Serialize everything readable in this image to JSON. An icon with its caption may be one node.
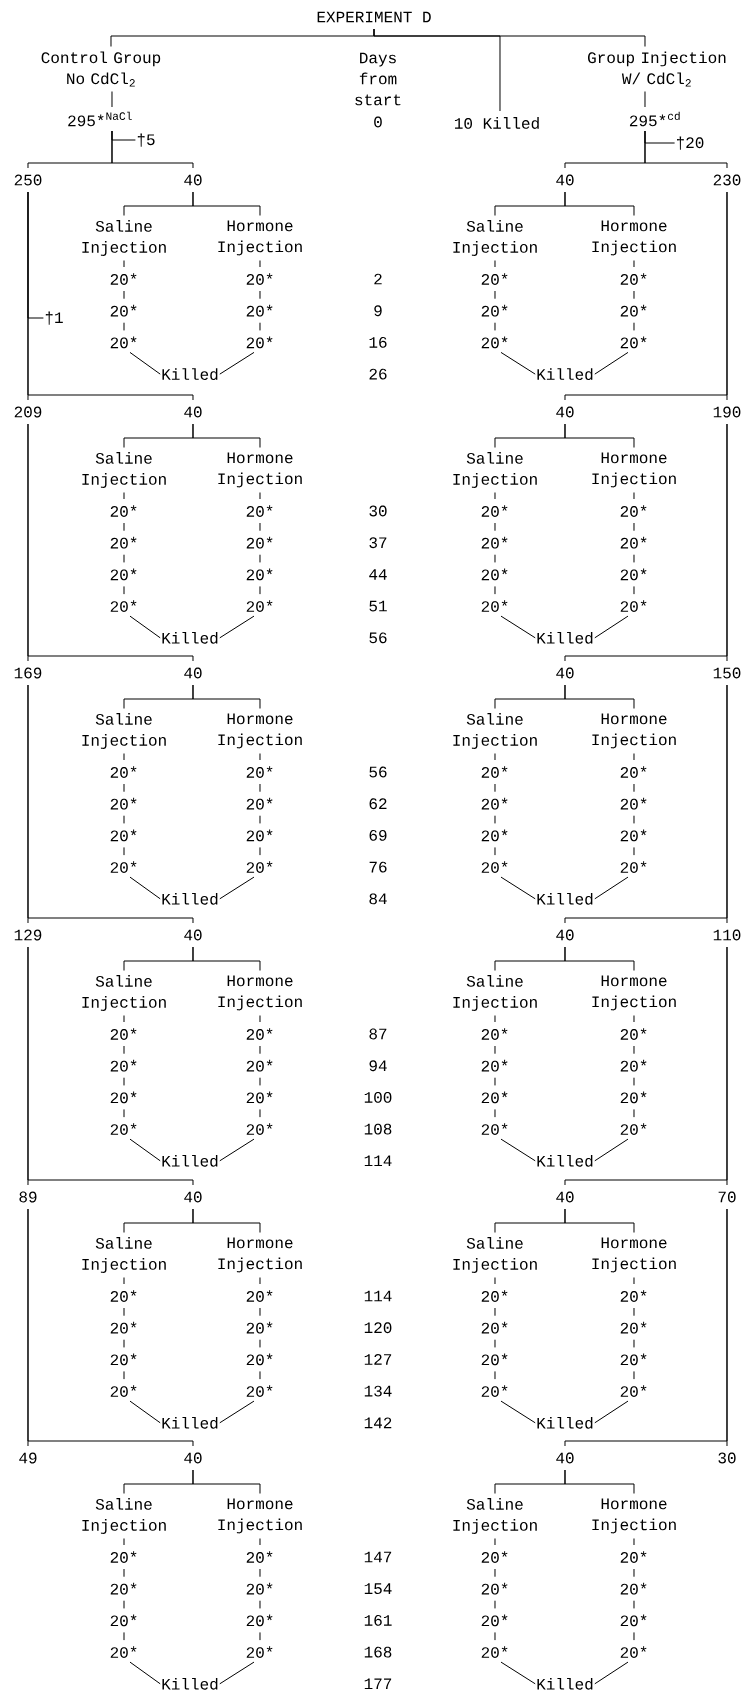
{
  "diagram": {
    "nodes": [
      {
        "text": [
          "EXPERIMENT D"
        ]
      },
      {
        "text": [
          "Control Group No CdCl$_{2}$"
        ]
      },
      {
        "text": [
          "10 Killed"
        ]
      },
      {
        "text": [
          "Group Injection W/ CdCl$_{2}$"
        ]
      },
      {
        "text": [
          "295*$^{NaCl}$"
        ]
      },
      {
        "text": [
          "295*$^{cd}$"
        ]
      },
      {
        "text": [
          "†5"
        ]
      },
      {
        "text": [
          "†20"
        ]
      },
      {
        "text": [
          "†1"
        ]
      },
      {
        "text": [
          "250"
        ]
      },
      {
        "text": [
          "40"
        ]
      },
      {
        "text": [
          "40"
        ]
      },
      {
        "text": [
          "230"
        ]
      },
      {
        "text": [
          "Saline Injection"
        ]
      },
      {
        "text": [
          "Hormone Injection"
        ]
      },
      {
        "text": [
          "20*"
        ]
      },
      {
        "text": [
          "20*"
        ]
      },
      {
        "text": [
          "20*"
        ]
      },
      {
        "text": [
          "20*"
        ]
      },
      {
        "text": [
          "20*"
        ]
      },
      {
        "text": [
          "20*"
        ]
      },
      {
        "text": [
          "Killed"
        ]
      },
      {
        "text": [
          "Saline Injection"
        ]
      },
      {
        "text": [
          "Hormone Injection"
        ]
      },
      {
        "text": [
          "20*"
        ]
      },
      {
        "text": [
          "20*"
        ]
      },
      {
        "text": [
          "20*"
        ]
      },
      {
        "text": [
          "20*"
        ]
      },
      {
        "text": [
          "20*"
        ]
      },
      {
        "text": [
          "20*"
        ]
      },
      {
        "text": [
          "Killed"
        ]
      },
      {
        "text": [
          "209"
        ]
      },
      {
        "text": [
          "40"
        ]
      },
      {
        "text": [
          "40"
        ]
      },
      {
        "text": [
          "190"
        ]
      },
      {
        "text": [
          "Saline Injection"
        ]
      },
      {
        "text": [
          "Hormone Injection"
        ]
      },
      {
        "text": [
          "20*"
        ]
      },
      {
        "text": [
          "20*"
        ]
      },
      {
        "text": [
          "20*"
        ]
      },
      {
        "text": [
          "20*"
        ]
      },
      {
        "text": [
          "20*"
        ]
      },
      {
        "text": [
          "20*"
        ]
      },
      {
        "text": [
          "20*"
        ]
      },
      {
        "text": [
          "20*"
        ]
      },
      {
        "text": [
          "Killed"
        ]
      },
      {
        "text": [
          "Saline Injection"
        ]
      },
      {
        "text": [
          "Hormone Injection"
        ]
      },
      {
        "text": [
          "20*"
        ]
      },
      {
        "text": [
          "20*"
        ]
      },
      {
        "text": [
          "20*"
        ]
      },
      {
        "text": [
          "20*"
        ]
      },
      {
        "text": [
          "20*"
        ]
      },
      {
        "text": [
          "20*"
        ]
      },
      {
        "text": [
          "20*"
        ]
      },
      {
        "text": [
          "20*"
        ]
      },
      {
        "text": [
          "Killed"
        ]
      },
      {
        "text": [
          "169"
        ]
      },
      {
        "text": [
          "40"
        ]
      },
      {
        "text": [
          "40"
        ]
      },
      {
        "text": [
          "150"
        ]
      },
      {
        "text": [
          "Saline Injection"
        ]
      },
      {
        "text": [
          "Hormone Injection"
        ]
      },
      {
        "text": [
          "20*"
        ]
      },
      {
        "text": [
          "20*"
        ]
      },
      {
        "text": [
          "20*"
        ]
      },
      {
        "text": [
          "20*"
        ]
      },
      {
        "text": [
          "20*"
        ]
      },
      {
        "text": [
          "20*"
        ]
      },
      {
        "text": [
          "20*"
        ]
      },
      {
        "text": [
          "20*"
        ]
      },
      {
        "text": [
          "Killed"
        ]
      },
      {
        "text": [
          "Saline Injection"
        ]
      },
      {
        "text": [
          "Hormone Injection"
        ]
      },
      {
        "text": [
          "20*"
        ]
      },
      {
        "text": [
          "20*"
        ]
      },
      {
        "text": [
          "20*"
        ]
      },
      {
        "text": [
          "20*"
        ]
      },
      {
        "text": [
          "20*"
        ]
      },
      {
        "text": [
          "20*"
        ]
      },
      {
        "text": [
          "20*"
        ]
      },
      {
        "text": [
          "20*"
        ]
      },
      {
        "text": [
          "Killed"
        ]
      },
      {
        "text": [
          "129"
        ]
      },
      {
        "text": [
          "40"
        ]
      },
      {
        "text": [
          "40"
        ]
      },
      {
        "text": [
          "110"
        ]
      },
      {
        "text": [
          "Saline Injection"
        ]
      },
      {
        "text": [
          "Hormone Injection"
        ]
      },
      {
        "text": [
          "20*"
        ]
      },
      {
        "text": [
          "20*"
        ]
      },
      {
        "text": [
          "20*"
        ]
      },
      {
        "text": [
          "20*"
        ]
      },
      {
        "text": [
          "20*"
        ]
      },
      {
        "text": [
          "20*"
        ]
      },
      {
        "text": [
          "20*"
        ]
      },
      {
        "text": [
          "20*"
        ]
      },
      {
        "text": [
          "Killed"
        ]
      },
      {
        "text": [
          "Saline Injection"
        ]
      },
      {
        "text": [
          "Hormone Injection"
        ]
      },
      {
        "text": [
          "20*"
        ]
      },
      {
        "text": [
          "20*"
        ]
      },
      {
        "text": [
          "20*"
        ]
      },
      {
        "text": [
          "20*"
        ]
      },
      {
        "text": [
          "20*"
        ]
      },
      {
        "text": [
          "20*"
        ]
      },
      {
        "text": [
          "20*"
        ]
      },
      {
        "text": [
          "20*"
        ]
      },
      {
        "text": [
          "Killed"
        ]
      },
      {
        "text": [
          "89"
        ]
      },
      {
        "text": [
          "40"
        ]
      },
      {
        "text": [
          "40"
        ]
      },
      {
        "text": [
          "70"
        ]
      },
      {
        "text": [
          "Saline Injection"
        ]
      },
      {
        "text": [
          "Hormone Injection"
        ]
      },
      {
        "text": [
          "20*"
        ]
      },
      {
        "text": [
          "20*"
        ]
      },
      {
        "text": [
          "20*"
        ]
      },
      {
        "text": [
          "20*"
        ]
      },
      {
        "text": [
          "20*"
        ]
      },
      {
        "text": [
          "20*"
        ]
      },
      {
        "text": [
          "20*"
        ]
      },
      {
        "text": [
          "20*"
        ]
      },
      {
        "text": [
          "Killed"
        ]
      },
      {
        "text": [
          "Saline Injection"
        ]
      },
      {
        "text": [
          "Hormone Injection"
        ]
      },
      {
        "text": [
          "20*"
        ]
      },
      {
        "text": [
          "20*"
        ]
      },
      {
        "text": [
          "20*"
        ]
      },
      {
        "text": [
          "20*"
        ]
      },
      {
        "text": [
          "20*"
        ]
      },
      {
        "text": [
          "20*"
        ]
      },
      {
        "text": [
          "20*"
        ]
      },
      {
        "text": [
          "20*"
        ]
      },
      {
        "text": [
          "Killed"
        ]
      },
      {
        "text": [
          "49"
        ]
      },
      {
        "text": [
          "40"
        ]
      },
      {
        "text": [
          "40"
        ]
      },
      {
        "text": [
          "30"
        ]
      },
      {
        "text": [
          "Saline Injection"
        ]
      },
      {
        "text": [
          "Hormone Injection"
        ]
      },
      {
        "text": [
          "20*"
        ]
      },
      {
        "text": [
          "20*"
        ]
      },
      {
        "text": [
          "20*"
        ]
      },
      {
        "text": [
          "20*"
        ]
      },
      {
        "text": [
          "20*"
        ]
      },
      {
        "text": [
          "20*"
        ]
      },
      {
        "text": [
          "20*"
        ]
      },
      {
        "text": [
          "20*"
        ]
      },
      {
        "text": [
          "Killed"
        ]
      },
      {
        "text": [
          "Saline Injection"
        ]
      },
      {
        "text": [
          "Hormone Injection"
        ]
      },
      {
        "text": [
          "20*"
        ]
      },
      {
        "text": [
          "20*"
        ]
      },
      {
        "text": [
          "20*"
        ]
      },
      {
        "text": [
          "20*"
        ]
      },
      {
        "text": [
          "20*"
        ]
      },
      {
        "text": [
          "20*"
        ]
      },
      {
        "text": [
          "20*"
        ]
      },
      {
        "text": [
          "20*"
        ]
      },
      {
        "text": [
          "Killed"
        ]
      }
    ],
    "edges": [
      {
        "from": 0,
        "to": 1,
        "arrow": "none"
      },
      {
        "from": 0,
        "to": 2,
        "arrow": "none"
      },
      {
        "from": 0,
        "to": 3,
        "arrow": "none"
      },
      {
        "from": 1,
        "to": 4,
        "arrow": "none"
      },
      {
        "from": 3,
        "to": 5,
        "arrow": "none"
      },
      {
        "from": 4,
        "to": 6,
        "arrow": "none"
      },
      {
        "from": 5,
        "to": 7,
        "arrow": "none"
      },
      {
        "from": 9,
        "to": 8,
        "arrow": "none"
      },
      {
        "from": 4,
        "to": 9,
        "arrow": "none"
      },
      {
        "from": 4,
        "to": 10,
        "arrow": "none"
      },
      {
        "from": 5,
        "to": 11,
        "arrow": "none"
      },
      {
        "from": 5,
        "to": 12,
        "arrow": "none"
      },
      {
        "from": 10,
        "to": 13,
        "arrow": "none"
      },
      {
        "from": 10,
        "to": 14,
        "arrow": "none"
      },
      {
        "from": 13,
        "to": 15,
        "arrow": "none"
      },
      {
        "from": 14,
        "to": 16,
        "arrow": "none"
      },
      {
        "from": 15,
        "to": 17,
        "arrow": "none"
      },
      {
        "from": 16,
        "to": 18,
        "arrow": "none"
      },
      {
        "from": 17,
        "to": 19,
        "arrow": "none"
      },
      {
        "from": 18,
        "to": 20,
        "arrow": "none"
      },
      {
        "from": 19,
        "to": 21,
        "arrow": "none"
      },
      {
        "from": 20,
        "to": 21,
        "arrow": "none"
      },
      {
        "from": 11,
        "to": 22,
        "arrow": "none"
      },
      {
        "from": 11,
        "to": 23,
        "arrow": "none"
      },
      {
        "from": 22,
        "to": 24,
        "arrow": "none"
      },
      {
        "from": 23,
        "to": 25,
        "arrow": "none"
      },
      {
        "from": 24,
        "to": 26,
        "arrow": "none"
      },
      {
        "from": 25,
        "to": 27,
        "arrow": "none"
      },
      {
        "from": 26,
        "to": 28,
        "arrow": "none"
      },
      {
        "from": 27,
        "to": 29,
        "arrow": "none"
      },
      {
        "from": 28,
        "to": 30,
        "arrow": "none"
      },
      {
        "from": 29,
        "to": 30,
        "arrow": "none"
      },
      {
        "from": 9,
        "to": 31,
        "arrow": "none"
      },
      {
        "from": 9,
        "to": 32,
        "arrow": "none"
      },
      {
        "from": 12,
        "to": 33,
        "arrow": "none"
      },
      {
        "from": 12,
        "to": 34,
        "arrow": "none"
      },
      {
        "from": 32,
        "to": 35,
        "arrow": "none"
      },
      {
        "from": 32,
        "to": 36,
        "arrow": "none"
      },
      {
        "from": 35,
        "to": 37,
        "arrow": "none"
      },
      {
        "from": 36,
        "to": 38,
        "arrow": "none"
      },
      {
        "from": 37,
        "to": 39,
        "arrow": "none"
      },
      {
        "from": 38,
        "to": 40,
        "arrow": "none"
      },
      {
        "from": 39,
        "to": 41,
        "arrow": "none"
      },
      {
        "from": 40,
        "to": 42,
        "arrow": "none"
      },
      {
        "from": 41,
        "to": 43,
        "arrow": "none"
      },
      {
        "from": 42,
        "to": 44,
        "arrow": "none"
      },
      {
        "from": 43,
        "to": 45,
        "arrow": "none"
      },
      {
        "from": 44,
        "to": 45,
        "arrow": "none"
      },
      {
        "from": 33,
        "to": 46,
        "arrow": "none"
      },
      {
        "from": 33,
        "to": 47,
        "arrow": "none"
      },
      {
        "from": 46,
        "to": 48,
        "arrow": "none"
      },
      {
        "from": 47,
        "to": 49,
        "arrow": "none"
      },
      {
        "from": 48,
        "to": 50,
        "arrow": "none"
      },
      {
        "from": 49,
        "to": 51,
        "arrow": "none"
      },
      {
        "from": 50,
        "to": 52,
        "arrow": "none"
      },
      {
        "from": 51,
        "to": 53,
        "arrow": "none"
      },
      {
        "from": 52,
        "to": 54,
        "arrow": "none"
      },
      {
        "from": 53,
        "to": 55,
        "arrow": "none"
      },
      {
        "from": 54,
        "to": 56,
        "arrow": "none"
      },
      {
        "from": 55,
        "to": 56,
        "arrow": "none"
      },
      {
        "from": 31,
        "to": 57,
        "arrow": "none"
      },
      {
        "from": 31,
        "to": 58,
        "arrow": "none"
      },
      {
        "from": 34,
        "to": 59,
        "arrow": "none"
      },
      {
        "from": 34,
        "to": 60,
        "arrow": "none"
      },
      {
        "from": 58,
        "to": 61,
        "arrow": "none"
      },
      {
        "from": 58,
        "to": 62,
        "arrow": "none"
      },
      {
        "from": 61,
        "to": 63,
        "arrow": "none"
      },
      {
        "from": 62,
        "to": 64,
        "arrow": "none"
      },
      {
        "from": 63,
        "to": 65,
        "arrow": "none"
      },
      {
        "from": 64,
        "to": 66,
        "arrow": "none"
      },
      {
        "from": 65,
        "to": 67,
        "arrow": "none"
      },
      {
        "from": 66,
        "to": 68,
        "arrow": "none"
      },
      {
        "from": 67,
        "to": 69,
        "arrow": "none"
      },
      {
        "from": 68,
        "to": 70,
        "arrow": "none"
      },
      {
        "from": 69,
        "to": 71,
        "arrow": "none"
      },
      {
        "from": 70,
        "to": 71,
        "arrow": "none"
      },
      {
        "from": 59,
        "to": 72,
        "arrow": "none"
      },
      {
        "from": 59,
        "to": 73,
        "arrow": "none"
      },
      {
        "from": 72,
        "to": 74,
        "arrow": "none"
      },
      {
        "from": 73,
        "to": 75,
        "arrow": "none"
      },
      {
        "from": 74,
        "to": 76,
        "arrow": "none"
      },
      {
        "from": 75,
        "to": 77,
        "arrow": "none"
      },
      {
        "from": 76,
        "to": 78,
        "arrow": "none"
      },
      {
        "from": 77,
        "to": 79,
        "arrow": "none"
      },
      {
        "from": 78,
        "to": 80,
        "arrow": "none"
      },
      {
        "from": 79,
        "to": 81,
        "arrow": "none"
      },
      {
        "from": 80,
        "to": 82,
        "arrow": "none"
      },
      {
        "from": 81,
        "to": 82,
        "arrow": "none"
      },
      {
        "from": 57,
        "to": 83,
        "arrow": "none"
      },
      {
        "from": 57,
        "to": 84,
        "arrow": "none"
      },
      {
        "from": 60,
        "to": 85,
        "arrow": "none"
      },
      {
        "from": 60,
        "to": 86,
        "arrow": "none"
      },
      {
        "from": 84,
        "to": 87,
        "arrow": "none"
      },
      {
        "from": 84,
        "to": 88,
        "arrow": "none"
      },
      {
        "from": 87,
        "to": 89,
        "arrow": "none"
      },
      {
        "from": 88,
        "to": 90,
        "arrow": "none"
      },
      {
        "from": 89,
        "to": 91,
        "arrow": "none"
      },
      {
        "from": 90,
        "to": 92,
        "arrow": "none"
      },
      {
        "from": 91,
        "to": 93,
        "arrow": "none"
      },
      {
        "from": 92,
        "to": 94,
        "arrow": "none"
      },
      {
        "from": 93,
        "to": 95,
        "arrow": "none"
      },
      {
        "from": 94,
        "to": 96,
        "arrow": "none"
      },
      {
        "from": 95,
        "to": 97,
        "arrow": "none"
      },
      {
        "from": 96,
        "to": 97,
        "arrow": "none"
      },
      {
        "from": 85,
        "to": 98,
        "arrow": "none"
      },
      {
        "from": 85,
        "to": 99,
        "arrow": "none"
      },
      {
        "from": 98,
        "to": 100,
        "arrow": "none"
      },
      {
        "from": 99,
        "to": 101,
        "arrow": "none"
      },
      {
        "from": 100,
        "to": 102,
        "arrow": "none"
      },
      {
        "from": 101,
        "to": 103,
        "arrow": "none"
      },
      {
        "from": 102,
        "to": 104,
        "arrow": "none"
      },
      {
        "from": 103,
        "to": 105,
        "arrow": "none"
      },
      {
        "from": 104,
        "to": 106,
        "arrow": "none"
      },
      {
        "from": 105,
        "to": 107,
        "arrow": "none"
      },
      {
        "from": 106,
        "to": 108,
        "arrow": "none"
      },
      {
        "from": 107,
        "to": 108,
        "arrow": "none"
      },
      {
        "from": 83,
        "to": 109,
        "arrow": "none"
      },
      {
        "from": 83,
        "to": 110,
        "arrow": "none"
      },
      {
        "from": 86,
        "to": 111,
        "arrow": "none"
      },
      {
        "from": 86,
        "to": 112,
        "arrow": "none"
      },
      {
        "from": 110,
        "to": 113,
        "arrow": "none"
      },
      {
        "from": 110,
        "to": 114,
        "arrow": "none"
      },
      {
        "from": 113,
        "to": 115,
        "arrow": "none"
      },
      {
        "from": 114,
        "to": 116,
        "arrow": "none"
      },
      {
        "from": 115,
        "to": 117,
        "arrow": "none"
      },
      {
        "from": 116,
        "to": 118,
        "arrow": "none"
      },
      {
        "from": 117,
        "to": 119,
        "arrow": "none"
      },
      {
        "from": 118,
        "to": 120,
        "arrow": "none"
      },
      {
        "from": 119,
        "to": 121,
        "arrow": "none"
      },
      {
        "from": 120,
        "to": 122,
        "arrow": "none"
      },
      {
        "from": 121,
        "to": 123,
        "arrow": "none"
      },
      {
        "from": 122,
        "to": 123,
        "arrow": "none"
      },
      {
        "from": 111,
        "to": 124,
        "arrow": "none"
      },
      {
        "from": 111,
        "to": 125,
        "arrow": "none"
      },
      {
        "from": 124,
        "to": 126,
        "arrow": "none"
      },
      {
        "from": 125,
        "to": 127,
        "arrow": "none"
      },
      {
        "from": 126,
        "to": 128,
        "arrow": "none"
      },
      {
        "from": 127,
        "to": 129,
        "arrow": "none"
      },
      {
        "from": 128,
        "to": 130,
        "arrow": "none"
      },
      {
        "from": 129,
        "to": 131,
        "arrow": "none"
      },
      {
        "from": 130,
        "to": 132,
        "arrow": "none"
      },
      {
        "from": 131,
        "to": 133,
        "arrow": "none"
      },
      {
        "from": 132,
        "to": 134,
        "arrow": "none"
      },
      {
        "from": 133,
        "to": 134,
        "arrow": "none"
      },
      {
        "from": 109,
        "to": 135,
        "arrow": "none"
      },
      {
        "from": 109,
        "to": 136,
        "arrow": "none"
      },
      {
        "from": 112,
        "to": 137,
        "arrow": "none"
      },
      {
        "from": 112,
        "to": 138,
        "arrow": "none"
      },
      {
        "from": 136,
        "to": 139,
        "arrow": "none"
      },
      {
        "from": 136,
        "to": 140,
        "arrow": "none"
      },
      {
        "from": 139,
        "to": 141,
        "arrow": "none"
      },
      {
        "from": 140,
        "to": 142,
        "arrow": "none"
      },
      {
        "from": 141,
        "to": 143,
        "arrow": "none"
      },
      {
        "from": 142,
        "to": 144,
        "arrow": "none"
      },
      {
        "from": 143,
        "to": 145,
        "arrow": "none"
      },
      {
        "from": 144,
        "to": 146,
        "arrow": "none"
      },
      {
        "from": 145,
        "to": 147,
        "arrow": "none"
      },
      {
        "from": 146,
        "to": 148,
        "arrow": "none"
      },
      {
        "from": 147,
        "to": 149,
        "arrow": "none"
      },
      {
        "from": 148,
        "to": 149,
        "arrow": "none"
      },
      {
        "from": 137,
        "to": 150,
        "arrow": "none"
      },
      {
        "from": 137,
        "to": 151,
        "arrow": "none"
      },
      {
        "from": 150,
        "to": 152,
        "arrow": "none"
      },
      {
        "from": 151,
        "to": 153,
        "arrow": "none"
      },
      {
        "from": 152,
        "to": 154,
        "arrow": "none"
      },
      {
        "from": 153,
        "to": 155,
        "arrow": "none"
      },
      {
        "from": 154,
        "to": 156,
        "arrow": "none"
      },
      {
        "from": 155,
        "to": 157,
        "arrow": "none"
      },
      {
        "from": 156,
        "to": 158,
        "arrow": "none"
      },
      {
        "from": 157,
        "to": 159,
        "arrow": "none"
      },
      {
        "from": 158,
        "to": 160,
        "arrow": "none"
      },
      {
        "from": 159,
        "to": 160,
        "arrow": "none"
      }
    ],
    "labels": [
      "Days from start",
      "0",
      "2",
      "9",
      "16",
      "26",
      "30",
      "37",
      "44",
      "51",
      "56",
      "56",
      "62",
      "69",
      "76",
      "84",
      "87",
      "94",
      "100",
      "108",
      "114",
      "114",
      "120",
      "127",
      "134",
      "142",
      "147",
      "154",
      "161",
      "168",
      "177"
    ]
  }
}
